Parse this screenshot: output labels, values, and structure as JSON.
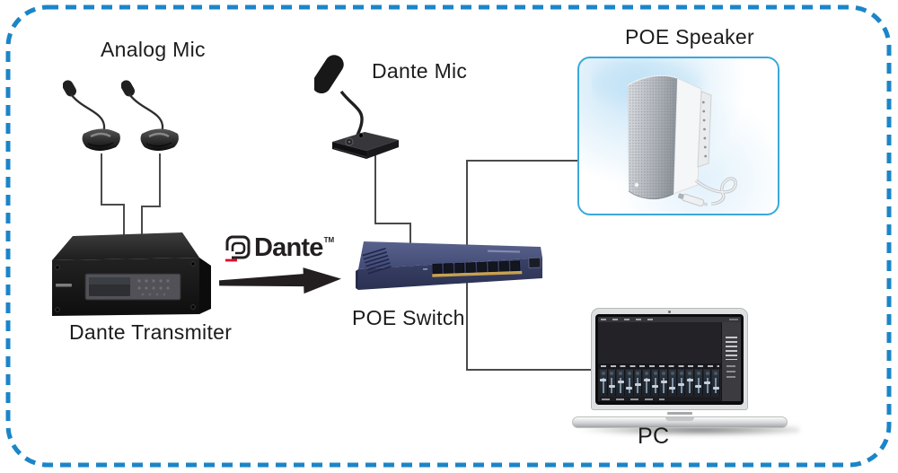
{
  "labels": {
    "analog_mic": "Analog Mic",
    "dante_mic": "Dante Mic",
    "poe_speaker": "POE Speaker",
    "dante_transmitter": "Dante Transmiter",
    "poe_switch": "POE Switch",
    "pc": "PC"
  },
  "dante_logo": {
    "text": "Dante",
    "tm": "TM"
  },
  "colors": {
    "background": "#ffffff",
    "outer_border": "#1b85c8",
    "speaker_box_border": "#3aa8dc",
    "connection_line": "#4a4a4a",
    "arrow_black": "#231f20",
    "dante_red": "#e4032e",
    "switch_top": "#4d5781",
    "switch_front": "#343c60",
    "switch_port_accent": "#c9a24f",
    "text": "#1c1c1c"
  },
  "devices": {
    "analog_mics": {
      "count": 2,
      "kind": "gooseneck desk microphone"
    },
    "dante_mic": {
      "count": 1,
      "kind": "gooseneck desk microphone with windscreen"
    },
    "dante_transmitter": {
      "kind": "black rack unit with front display panel"
    },
    "poe_switch": {
      "kind": "desktop network switch",
      "ports": 8,
      "uplink_ports": 1
    },
    "poe_speaker": {
      "kind": "white wall-mount speaker with PoE cable"
    },
    "pc": {
      "kind": "laptop",
      "screen_content": "audio mixer software",
      "mixer_channels": 14
    }
  },
  "connections": [
    {
      "from": "analog-mic-1",
      "to": "dante-transmitter"
    },
    {
      "from": "analog-mic-2",
      "to": "dante-transmitter"
    },
    {
      "from": "dante-mic",
      "to": "poe-switch"
    },
    {
      "from": "poe-speaker",
      "to": "poe-switch"
    },
    {
      "from": "poe-switch",
      "to": "pc"
    }
  ]
}
